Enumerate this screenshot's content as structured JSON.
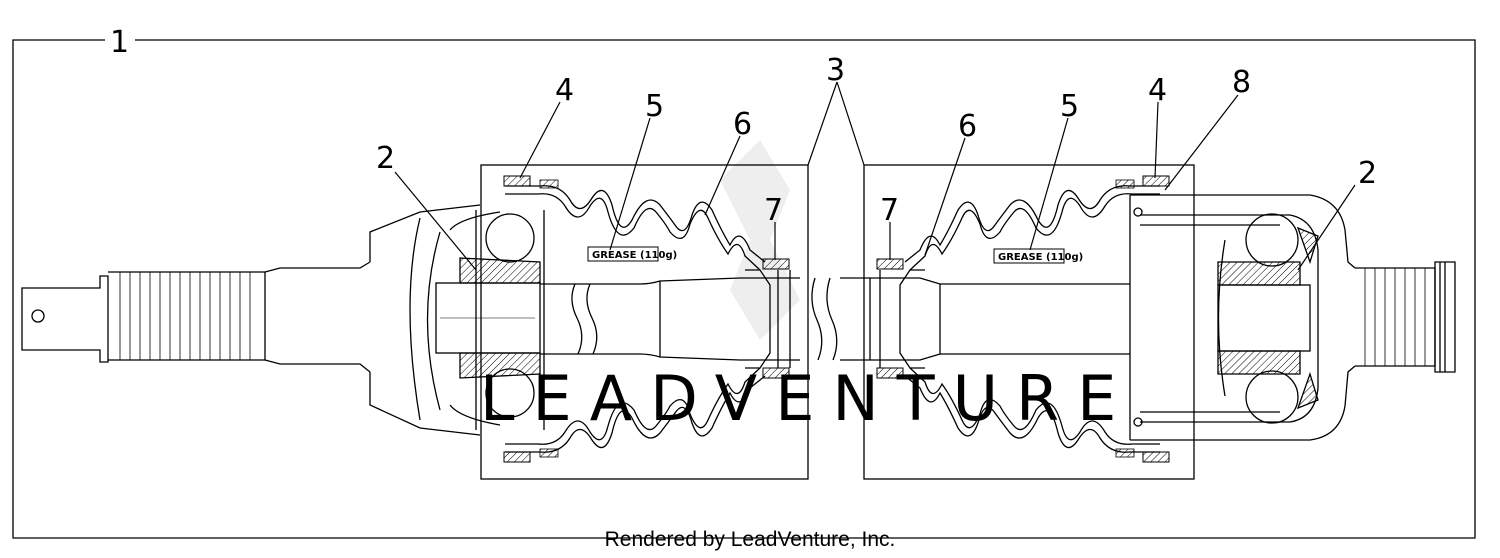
{
  "callouts": {
    "c1": "1",
    "c2_left": "2",
    "c2_right": "2",
    "c3": "3",
    "c4_left": "4",
    "c4_right": "4",
    "c5_left": "5",
    "c5_right": "5",
    "c6_left": "6",
    "c6_right": "6",
    "c7_left": "7",
    "c7_right": "7",
    "c8": "8"
  },
  "grease_left": "GREASE (110g)",
  "grease_right": "GREASE (110g)",
  "watermark": "LEADVENTURE",
  "footer": "Rendered by LeadVenture, Inc."
}
